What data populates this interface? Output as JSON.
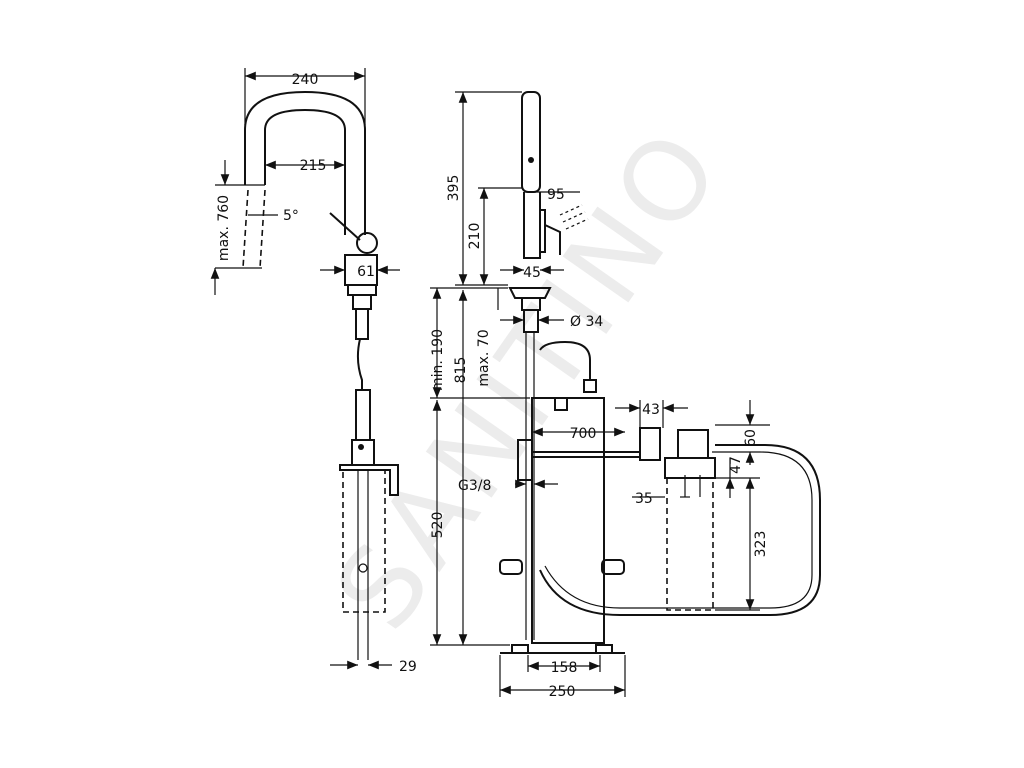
{
  "watermark": "SANITINO",
  "dimensions": {
    "d240": "240",
    "d215": "215",
    "d5deg": "5°",
    "dmax760": "max. 760",
    "d61": "61",
    "d29": "29",
    "d395": "395",
    "d210": "210",
    "d95": "95",
    "d45": "45",
    "dmin190": "min. 190",
    "d815": "815",
    "dmax70": "max. 70",
    "d34": "Ø 34",
    "d520": "520",
    "d700": "700",
    "dg38": "G3/8",
    "d158": "158",
    "d250": "250",
    "d43": "43",
    "d60": "60",
    "d47": "47",
    "d35": "35",
    "d323": "323"
  }
}
